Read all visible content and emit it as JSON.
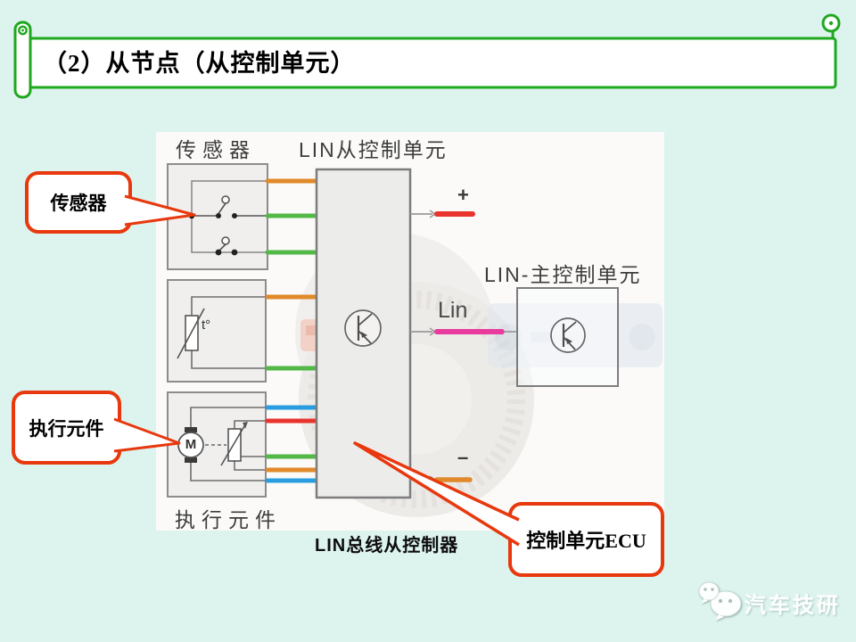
{
  "slide": {
    "title": "（2）从节点（从控制单元）",
    "caption": "LIN总线从控制器",
    "watermark": "汽车技研"
  },
  "colors": {
    "page_background": "#dcf3ee",
    "banner_border": "#1fa81f",
    "callout_border": "#e8380d",
    "photo_background": "#fbfaf8"
  },
  "diagram": {
    "labels": {
      "sensor_group": "传感器",
      "slave_unit": "LIN从控制单元",
      "master_unit": "LIN-主控制单元",
      "bus": "Lin",
      "supply_plus": "+",
      "supply_minus": "–",
      "actuator_group": "执行元件",
      "temperature": "t°",
      "motor": "M"
    },
    "wire_colors": {
      "orange": "#e08a2b",
      "green": "#53b848",
      "blue": "#2a9de0",
      "red": "#e8342c",
      "pink": "#e93a9d",
      "gray": "#8a8a8a"
    },
    "wires_to_ecu": [
      {
        "color": "orange"
      },
      {
        "color": "green"
      },
      {
        "color": "green"
      },
      {
        "color": "orange"
      },
      {
        "color": "green"
      },
      {
        "color": "blue"
      },
      {
        "color": "red"
      },
      {
        "color": "green"
      },
      {
        "color": "orange"
      },
      {
        "color": "blue"
      }
    ]
  },
  "callouts": [
    {
      "text": "传感器"
    },
    {
      "text": "执行元件"
    },
    {
      "text": "控制单元ECU"
    }
  ]
}
